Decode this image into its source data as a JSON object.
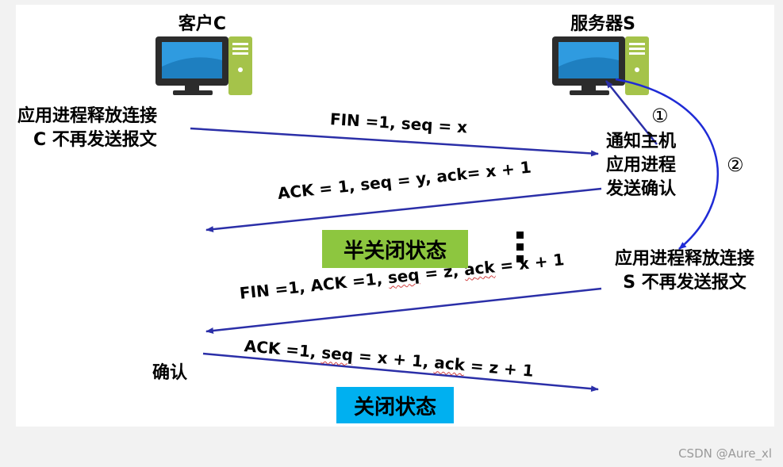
{
  "client": {
    "name": "客户C",
    "release_line1": "应用进程释放连接",
    "release_line2": "C 不再发送报文",
    "confirm": "确认"
  },
  "server": {
    "name": "服务器S",
    "notify_line1": "通知主机",
    "notify_line2": "应用进程",
    "notify_line3": "发送确认",
    "release_line1": "应用进程释放连接",
    "release_line2": "S 不再发送报文",
    "step1": "①",
    "step2": "②"
  },
  "messages": {
    "fin1": "FIN =1, seq = x",
    "ack1": "ACK = 1, seq = y, ack= x + 1",
    "fin2_prefix": "FIN =1, ACK =1, ",
    "fin2_seq": "seq",
    "fin2_suffix": " = z, ",
    "fin2_ack": "ack",
    "fin2_end": " = x + 1",
    "ack2_prefix": "ACK =1, ",
    "ack2_seq": "seq",
    "ack2_mid": " = x + 1, ",
    "ack2_ack": "ack",
    "ack2_end": " = z + 1"
  },
  "states": {
    "half_closed": "半关闭状态",
    "closed": "关闭状态"
  },
  "colors": {
    "arrow": "#2b2fa8",
    "curve": "#1f2bd6",
    "half_closed_bg": "#8dc63f",
    "closed_bg": "#00b0f0",
    "monitor": "#1e7fc0",
    "tower": "#a5c34a"
  },
  "watermark": "CSDN @Aure_xl"
}
